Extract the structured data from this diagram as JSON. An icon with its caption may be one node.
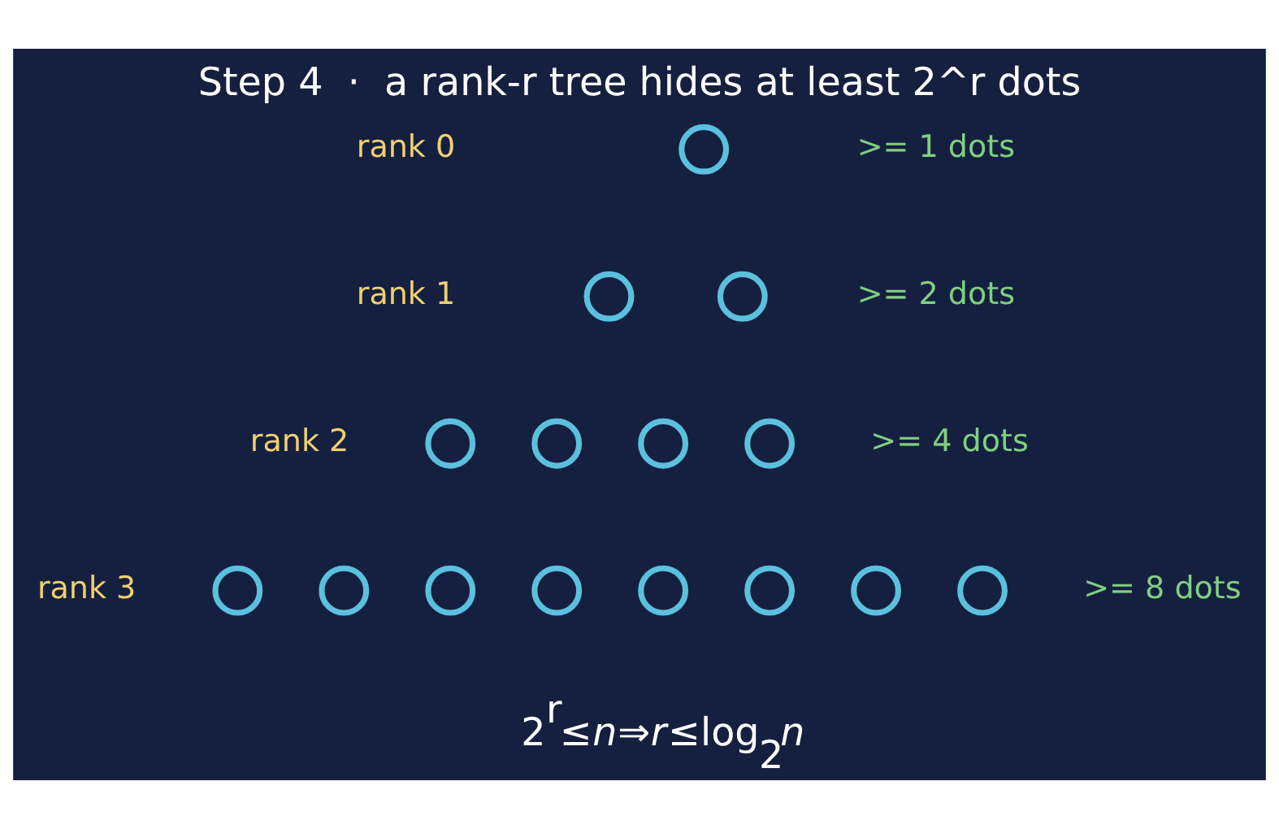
{
  "diagram": {
    "title": "Step 4  ·  a rank-r tree hides at least 2^r dots",
    "nodes": [
      {
        "text": [],
        "shape": "circle"
      },
      {
        "text": [],
        "shape": "circle"
      },
      {
        "text": [],
        "shape": "circle"
      },
      {
        "text": [],
        "shape": "circle"
      },
      {
        "text": [],
        "shape": "circle"
      },
      {
        "text": [],
        "shape": "circle"
      },
      {
        "text": [],
        "shape": "circle"
      },
      {
        "text": [],
        "shape": "circle"
      },
      {
        "text": [],
        "shape": "circle"
      },
      {
        "text": [],
        "shape": "circle"
      },
      {
        "text": [],
        "shape": "circle"
      },
      {
        "text": [],
        "shape": "circle"
      },
      {
        "text": [],
        "shape": "circle"
      },
      {
        "text": [],
        "shape": "circle"
      },
      {
        "text": [],
        "shape": "circle"
      }
    ],
    "edges": [],
    "labels": [
      "rank 0",
      ">= 1 dots",
      "rank 1",
      ">= 2 dots",
      "rank 2",
      ">= 4 dots",
      "rank 3",
      ">= 8 dots",
      "2$^{r}$≤*n*⇒*r*≤log$_{2}$*n*"
    ]
  }
}
